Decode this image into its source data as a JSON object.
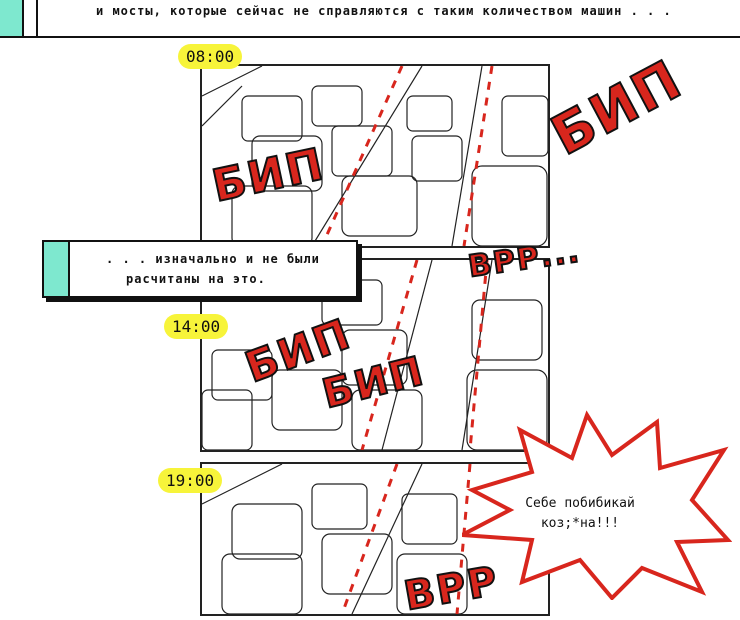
{
  "top_caption": "и мосты, которые сейчас не справляются с таким количеством машин . . .",
  "times": [
    "08:00",
    "14:00",
    "19:00"
  ],
  "middle_caption": {
    "line1": ". . . изначально и не были",
    "line2": "расчитаны на это."
  },
  "sfx": {
    "bip_big": "БИП",
    "bip_left": "БИП",
    "bip_mid1": "БИП",
    "bip_mid2": "БИП",
    "vrr": "ВРР...",
    "bottom_partial": "ВРР"
  },
  "speech_burst": {
    "line1": "Себе побибикай",
    "line2": "коз;*на!!!"
  },
  "colors": {
    "accent_teal": "#7ee8cf",
    "time_badge": "#f7f43a",
    "sfx_red": "#d8261d"
  }
}
